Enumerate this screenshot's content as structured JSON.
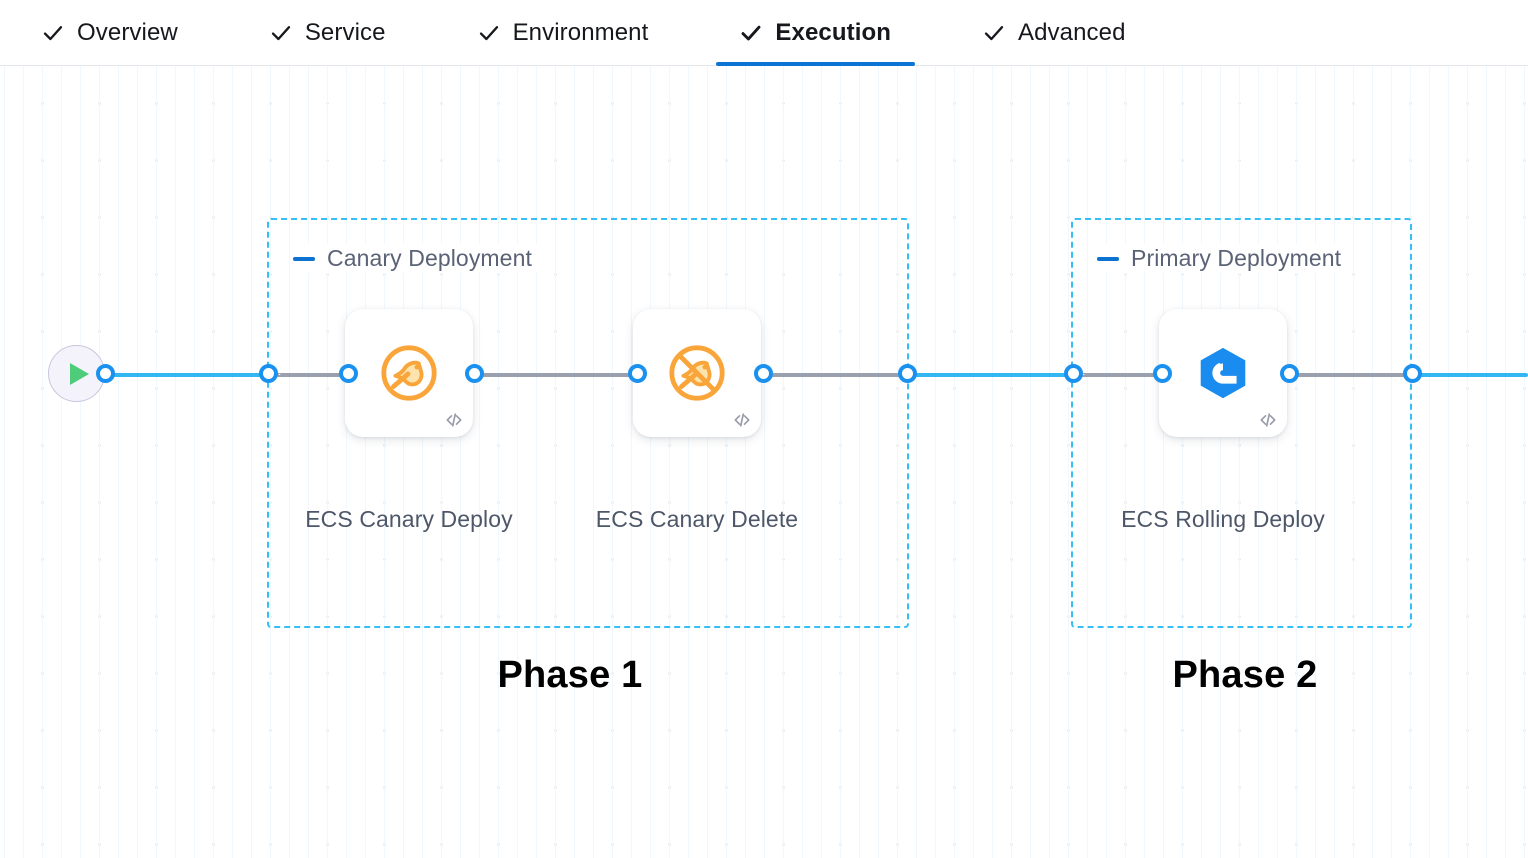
{
  "tabs": [
    {
      "label": "Overview",
      "icon": "check-icon",
      "active": false
    },
    {
      "label": "Service",
      "icon": "check-icon",
      "active": false
    },
    {
      "label": "Environment",
      "icon": "check-icon",
      "active": false
    },
    {
      "label": "Execution",
      "icon": "check-icon",
      "active": true
    },
    {
      "label": "Advanced",
      "icon": "check-icon",
      "active": false
    }
  ],
  "colors": {
    "accent_blue": "#0c74d4",
    "edge_blue": "#33b7f2",
    "group_border": "#35c0f5",
    "node_icon_orange": "#f9a53a",
    "node_icon_blue": "#1a8cf0",
    "play_green": "#4fcc7a",
    "label_gray": "#4e5769",
    "grid_dot": "#d3d7dd"
  },
  "canvas": {
    "start_node": {
      "name": "pipeline-start",
      "icon": "play-icon"
    },
    "groups": [
      {
        "id": "canary",
        "title": "Canary Deployment",
        "collapse_icon": "minus-icon",
        "phase_caption": "Phase 1"
      },
      {
        "id": "primary",
        "title": "Primary Deployment",
        "collapse_icon": "minus-icon",
        "phase_caption": "Phase 2"
      }
    ],
    "nodes": [
      {
        "id": "ecs-canary-deploy",
        "label": "ECS Canary Deploy",
        "icon": "canary-bird-icon",
        "badge": "code-icon"
      },
      {
        "id": "ecs-canary-delete",
        "label": "ECS Canary Delete",
        "icon": "canary-bird-slash-icon",
        "badge": "code-icon"
      },
      {
        "id": "ecs-rolling-deploy",
        "label": "ECS Rolling Deploy",
        "icon": "ecs-rolling-hexagon-icon",
        "badge": "code-icon"
      }
    ]
  }
}
